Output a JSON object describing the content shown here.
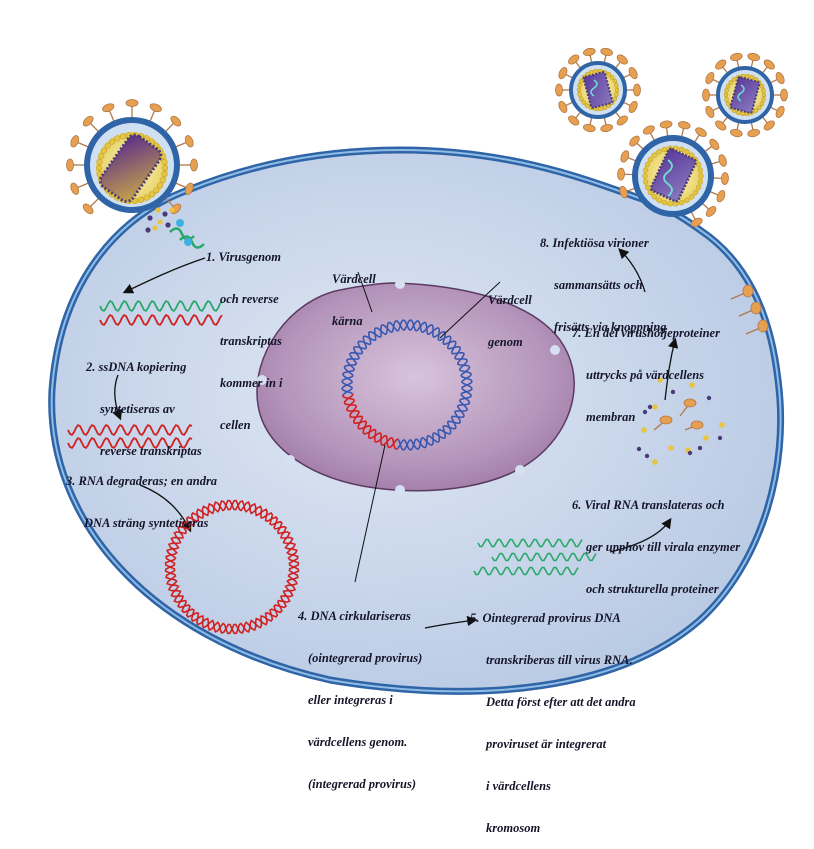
{
  "diagram": {
    "title": "Retrovirus replication cycle",
    "colors": {
      "cell_fill": "#c4d2e8",
      "membrane": "#2f64a6",
      "membrane_light": "#7fb0e0",
      "nucleus": "#b08fb5",
      "nucleus_edge": "#5a3a60",
      "host_dna": "#3858b0",
      "viral_dna": "#d02020",
      "rna": "#2aa86a",
      "spike": "#e6a050",
      "capsid": "#5a3a90",
      "matrix_bead": "#e8c440",
      "core_bead": "#4a3a78"
    },
    "labels": {
      "nucleus": [
        "Värdcell",
        "kärna"
      ],
      "genome": [
        "Värdcell",
        "genom"
      ]
    },
    "steps": [
      {
        "id": 1,
        "lines": [
          "1. Virusgenom",
          "och reverse",
          "transkriptas",
          "kommer in i",
          "cellen"
        ]
      },
      {
        "id": 2,
        "lines": [
          "2. ssDNA kopiering",
          "syntetiseras av",
          "reverse transkriptas"
        ]
      },
      {
        "id": 3,
        "lines": [
          "3. RNA degraderas; en andra",
          "DNA sträng syntetiseras"
        ]
      },
      {
        "id": 4,
        "lines": [
          "4. DNA cirkulariseras",
          "(ointegrerad provirus)",
          "eller integreras i",
          "värdcellens genom.",
          "(integrerad provirus)"
        ]
      },
      {
        "id": 5,
        "lines": [
          "5. Ointegrerad provirus DNA",
          "transkriberas till virus RNA.",
          "Detta först efter att det andra",
          "proviruset är integrerat",
          "i värdcellens",
          "kromosom"
        ]
      },
      {
        "id": 6,
        "lines": [
          "6. Viral RNA translateras och",
          "ger upphov till virala enzymer",
          "och strukturella proteiner"
        ]
      },
      {
        "id": 7,
        "lines": [
          "7. En del virushöljeproteiner",
          "uttrycks på värdcellens",
          "membran"
        ]
      },
      {
        "id": 8,
        "lines": [
          "8. Infektiösa virioner",
          "sammansätts och",
          "frisätts via knoppning"
        ]
      }
    ]
  }
}
